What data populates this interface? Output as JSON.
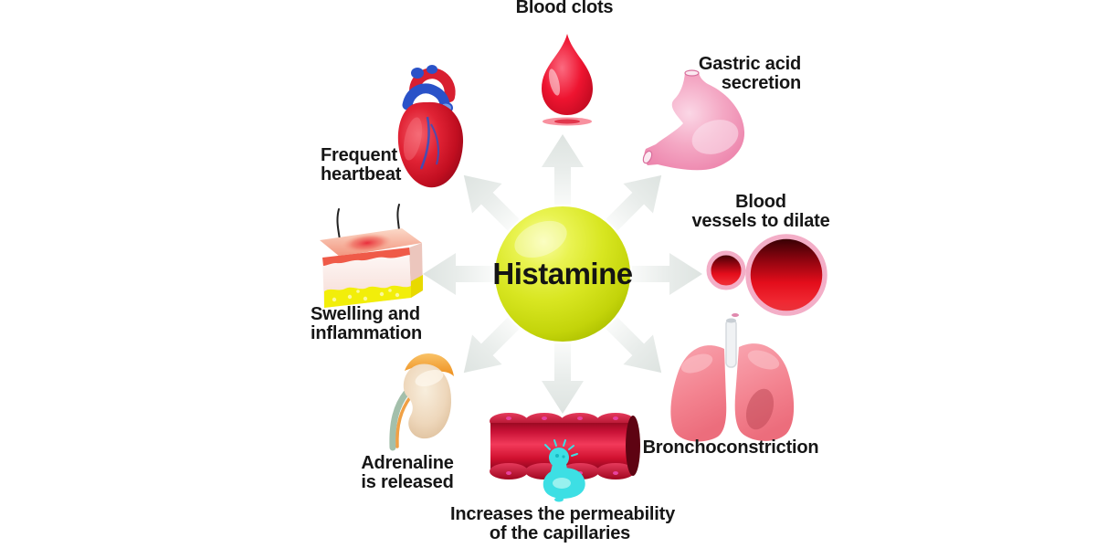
{
  "diagram": {
    "center_label": "Histamine",
    "center_icon": "histamine-ball-icon",
    "effects": [
      {
        "id": "blood-clots",
        "icon": "blood-drop-icon",
        "lines": [
          "Blood clots"
        ]
      },
      {
        "id": "gastric-acid",
        "icon": "stomach-icon",
        "lines": [
          "Gastric acid",
          "secretion"
        ]
      },
      {
        "id": "blood-vessels",
        "icon": "blood-vessel-cross-sections-icon",
        "lines": [
          "Blood",
          "vessels to dilate"
        ]
      },
      {
        "id": "bronchoconstriction",
        "icon": "lungs-icon",
        "lines": [
          "Bronchoconstriction"
        ]
      },
      {
        "id": "capillaries",
        "icon": "capillary-icon",
        "lines": [
          "Increases the permeability",
          "of the capillaries"
        ]
      },
      {
        "id": "adrenaline",
        "icon": "adrenal-gland-kidney-icon",
        "lines": [
          "Adrenaline",
          "is released"
        ]
      },
      {
        "id": "swelling",
        "icon": "skin-cross-section-icon",
        "lines": [
          "Swelling and",
          "inflammation"
        ]
      },
      {
        "id": "heartbeat",
        "icon": "heart-icon",
        "lines": [
          "Frequent",
          "heartbeat"
        ]
      }
    ],
    "colors": {
      "histamine_ball": "#d8e621",
      "arrow": "#e3e8e5",
      "label_text": "#161616",
      "blood_red": "#e6102a",
      "stomach_pink": "#f2a2c0",
      "lung_pink": "#f4919e",
      "cell_cyan": "#3ddfe4",
      "fat_yellow": "#f2ee0a",
      "kidney_beige": "#eed9c0",
      "adrenal_orange": "#f5a432"
    }
  }
}
